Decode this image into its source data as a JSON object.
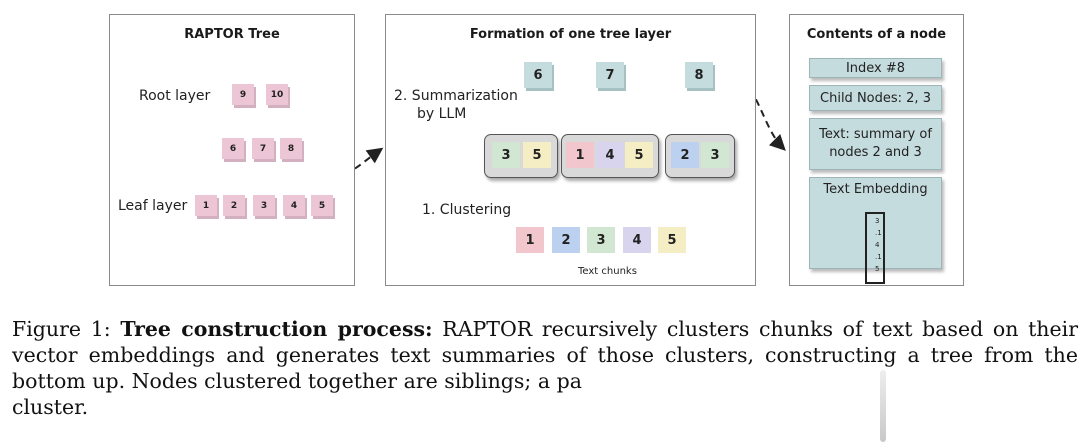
{
  "panel1": {
    "title": "RAPTOR Tree",
    "root_label": "Root layer",
    "leaf_label": "Leaf layer",
    "root_nodes": [
      "9",
      "10"
    ],
    "mid_nodes": [
      "6",
      "7",
      "8"
    ],
    "leaf_nodes": [
      "1",
      "2",
      "3",
      "4",
      "5"
    ]
  },
  "panel2": {
    "title": "Formation of one tree layer",
    "step2_line1": "2. Summarization",
    "step2_line2": "by LLM",
    "step1": "1. Clustering",
    "top_nodes": [
      "6",
      "7",
      "8"
    ],
    "group1": [
      "3",
      "5"
    ],
    "group2": [
      "1",
      "4",
      "5"
    ],
    "group3": [
      "2",
      "3"
    ],
    "chunks": [
      "1",
      "2",
      "3",
      "4",
      "5"
    ],
    "chunks_label": "Text chunks"
  },
  "panel3": {
    "title": "Contents of a node",
    "index": "Index #8",
    "child_nodes": "Child Nodes: 2, 3",
    "text_line1": "Text:  summary of",
    "text_line2": "nodes 2 and 3",
    "embedding_label": "Text Embedding",
    "embedding_values": [
      "3",
      ".1",
      "4",
      ".1",
      "5"
    ]
  },
  "caption": {
    "prefix": "Figure 1: ",
    "bold": "Tree construction process:",
    "body": " RAPTOR recursively clusters chunks of text based on their vector embeddings and generates text summaries of those clusters, constructing a tree from the bottom up.  Nodes clustered together are siblings; a pa",
    "last_line": "cluster."
  },
  "colors": {
    "tree_node": "#ecc6d4",
    "summary_node": "#c5dcdf",
    "chunk_pink": "#f1c7cd",
    "chunk_blue": "#bcd0ef",
    "chunk_green": "#d2e7d1",
    "chunk_lavender": "#d8d4ee",
    "chunk_yellow": "#f5edc3"
  },
  "icons": [
    "magnifier-icon",
    "dashed-arrow-icon"
  ]
}
